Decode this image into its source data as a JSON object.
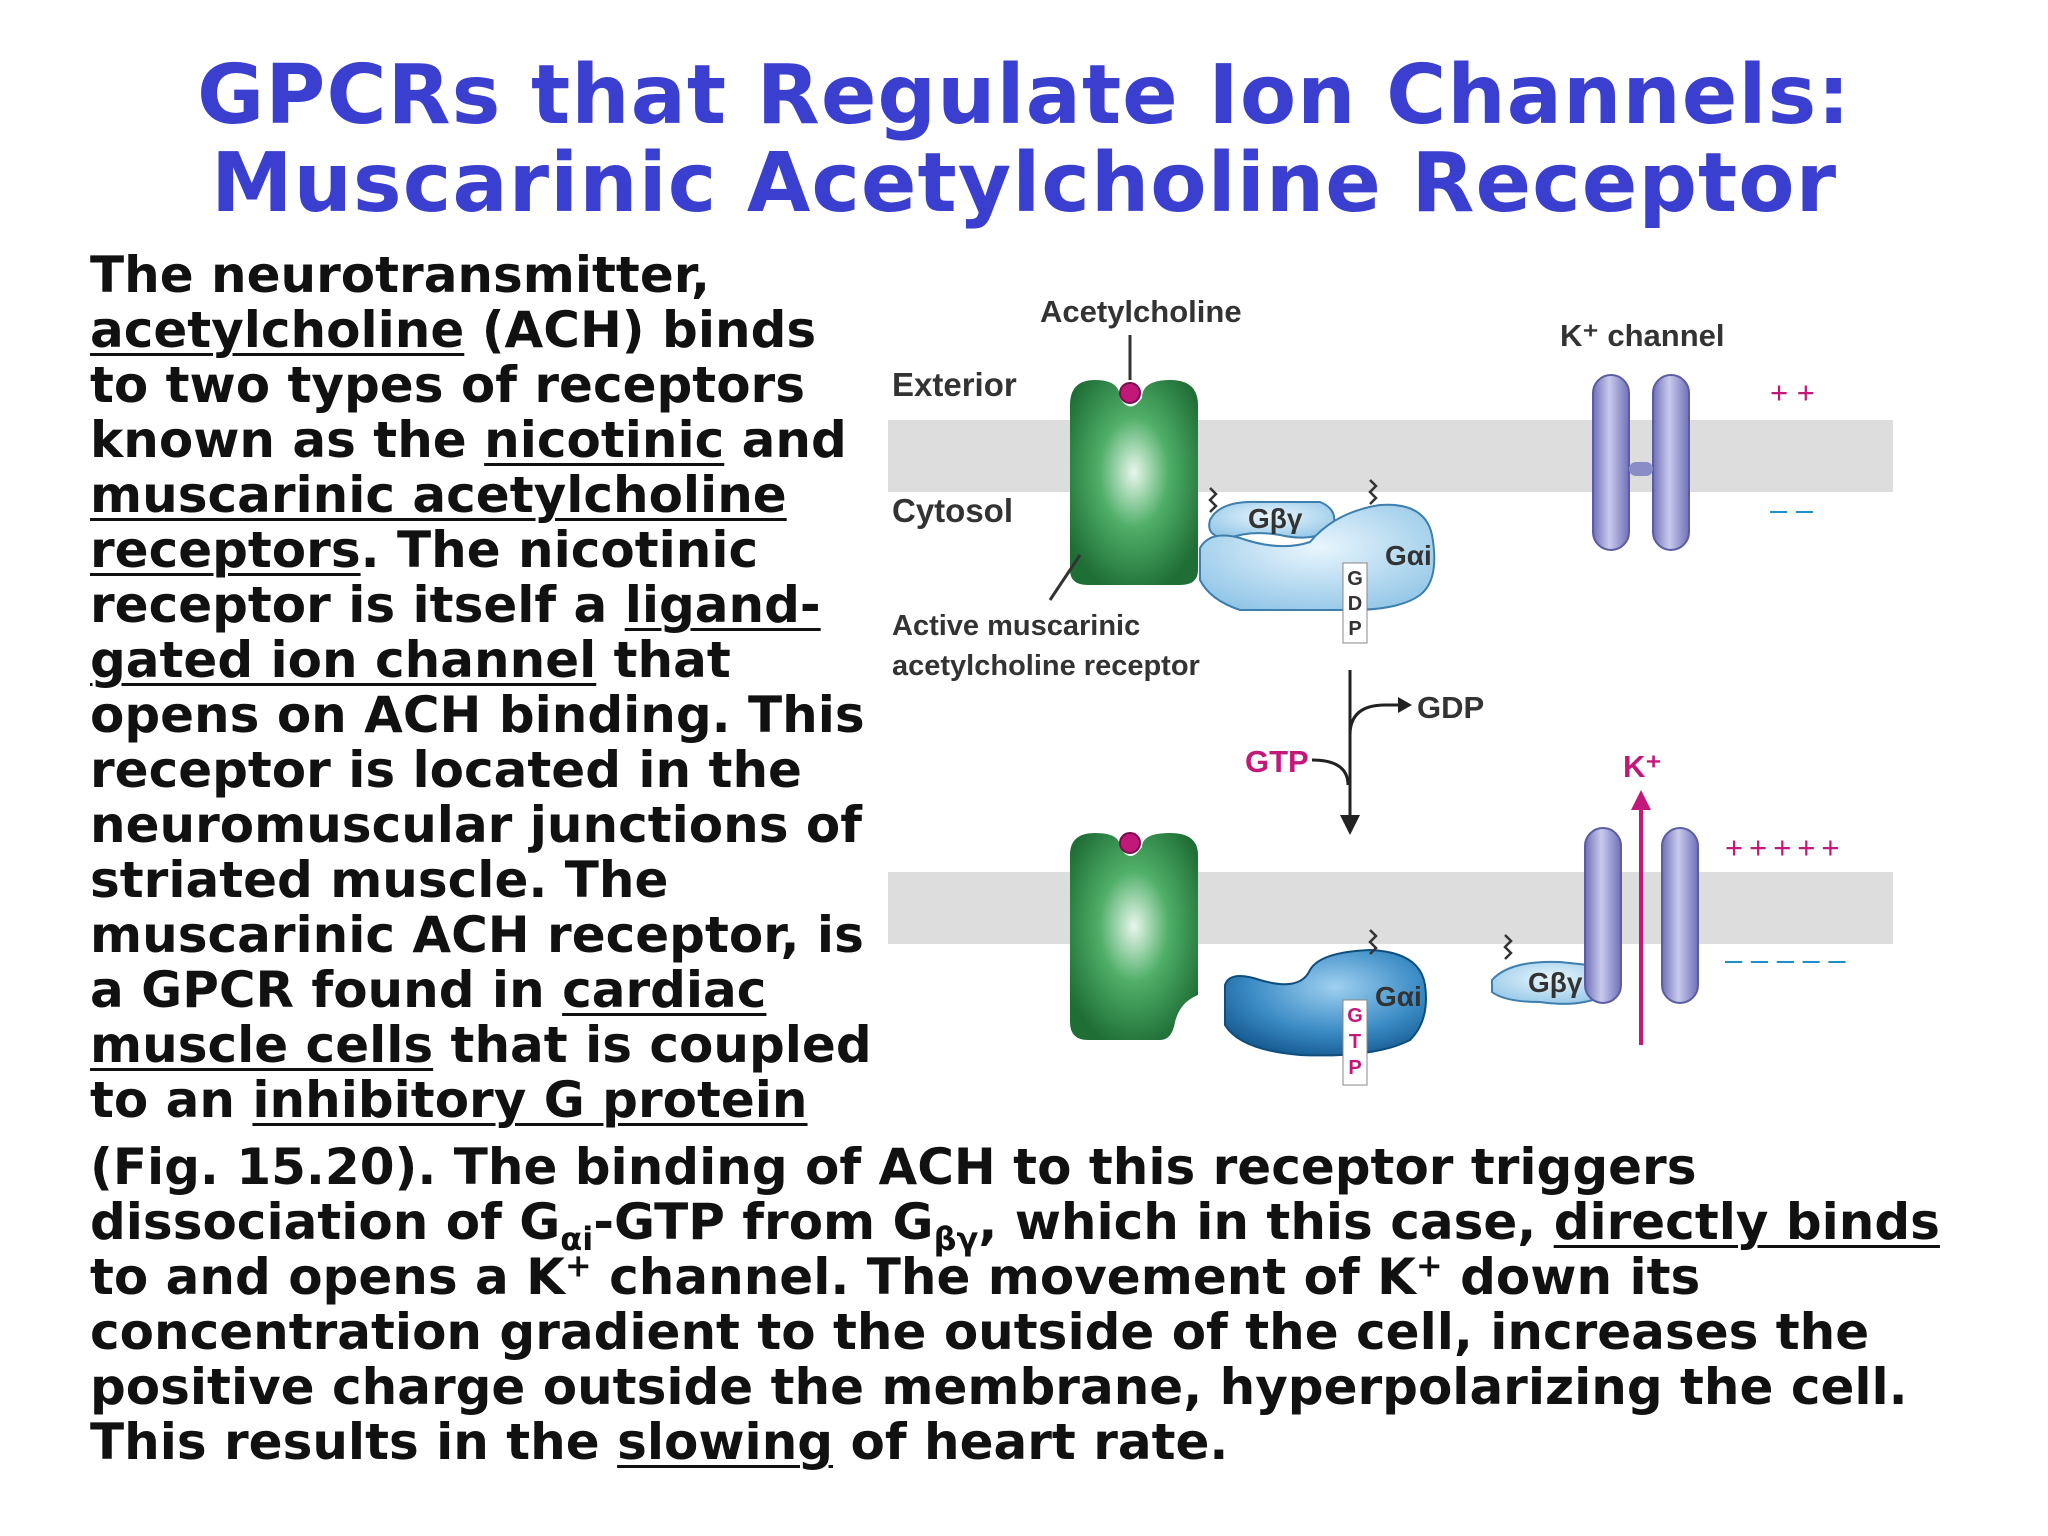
{
  "title": {
    "line1": "GPCRs that Regulate Ion Channels:",
    "line2": "Muscarinic Acetylcholine Receptor"
  },
  "left_text": {
    "t1": "The neurotransmitter, ",
    "u1": "acetylcholine",
    "t2": " (ACH) binds to two types of receptors known as the ",
    "u2": "nicotinic",
    "t3": " and ",
    "u3": "muscarinic acetylcholine receptors",
    "t4": ". The nicotinic receptor is itself a ",
    "u4": "ligand-gated ion channel",
    "t5": " that opens on ACH binding. This receptor is located in the neuromuscular junctions of striated muscle. The muscarinic ACH receptor, is a GPCR found in ",
    "u5": "cardiac muscle cells",
    "t6": " that is coupled to an ",
    "u6": "inhibitory G protein"
  },
  "bottom_text": {
    "t1": "(Fig. 15.20). The binding of ACH to this receptor triggers dissociation of G",
    "sub1": "αi",
    "t2": "-GTP from G",
    "sub2": "βγ",
    "t3": ", which in this case, ",
    "u1": "directly binds",
    "t4": " to and opens a K",
    "sup1": "+",
    "t5": " channel. The movement of K",
    "sup2": "+",
    "t6": " down its concentration gradient to the outside of the cell, increases the positive charge outside the membrane, hyperpolarizing the cell. This results in the ",
    "u2": "slowing",
    "t7": " of heart rate."
  },
  "diagram": {
    "acetylcholine": "Acetylcholine",
    "exterior": "Exterior",
    "cytosol": "Cytosol",
    "k_channel": "K⁺ channel",
    "active_receptor_line1": "Active muscarinic",
    "active_receptor_line2": "acetylcholine receptor",
    "gbg": "Gβγ",
    "gai": "Gαi",
    "gdp_stack": [
      "G",
      "D",
      "P"
    ],
    "gtp_stack": [
      "G",
      "T",
      "P"
    ],
    "gtp": "GTP",
    "gdp": "GDP",
    "k_plus": "K⁺",
    "top_plus": "+ +",
    "top_minus": "– –",
    "bottom_plus": "+++++",
    "bottom_minus": "– – – – –",
    "colors": {
      "title": "#3A3FD0",
      "receptor": "#2E8B47",
      "membrane": "#DDDDDD",
      "channel": "#8A8CC8",
      "g_protein_light": "#A9D4EE",
      "g_protein_dark": "#1F6FA8",
      "magenta": "#C2187A"
    }
  }
}
